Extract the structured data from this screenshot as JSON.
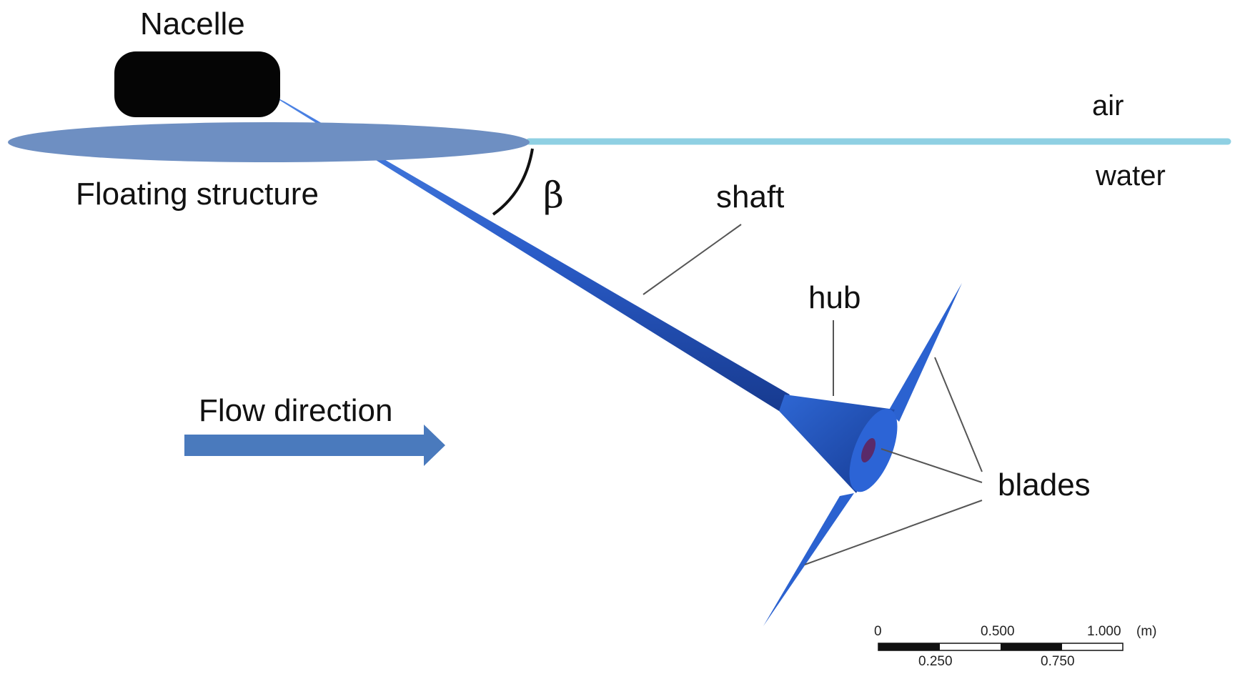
{
  "labels": {
    "nacelle": "Nacelle",
    "floating_structure": "Floating structure",
    "air": "air",
    "water": "water",
    "angle": "β",
    "shaft": "shaft",
    "hub": "hub",
    "blades": "blades",
    "flow_direction": "Flow direction"
  },
  "scale_bar": {
    "top_ticks": [
      "0",
      "0.500",
      "1.000"
    ],
    "bottom_ticks": [
      "0.250",
      "0.750"
    ],
    "unit": "(m)"
  },
  "colors": {
    "nacelle": "#050505",
    "floating_structure": "#6e8fc2",
    "water_surface": "#8fd0e3",
    "shaft": "#2a5cc8",
    "shaft_dark": "#1b3f9a",
    "hub": "#2558c4",
    "blades": "#2b62d0",
    "flow_arrow": "#4a7abd",
    "leader_lines": "#555555"
  }
}
